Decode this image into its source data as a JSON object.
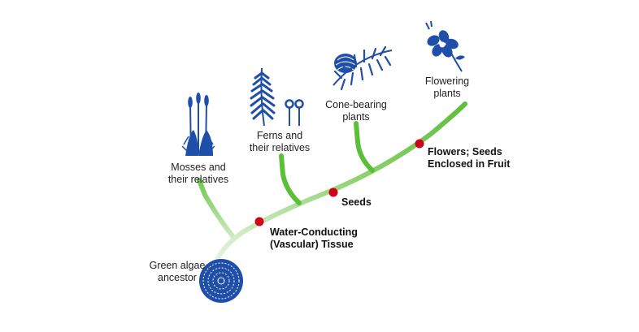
{
  "colors": {
    "branch": "#5cbf3a",
    "branch_faded": "#c9e8bd",
    "trait_dot": "#d0021b",
    "plant_icon": "#1f4fa8"
  },
  "groups": {
    "green_algae": {
      "line1": "Green algae",
      "line2": "ancestor",
      "icon": "algae-disc-icon"
    },
    "mosses": {
      "line1": "Mosses and",
      "line2": "their relatives",
      "icon": "moss-icon"
    },
    "ferns": {
      "line1": "Ferns and",
      "line2": "their relatives",
      "icon": "fern-icon"
    },
    "cone_bearing": {
      "line1": "Cone-bearing",
      "line2": "plants",
      "icon": "pine-cone-icon"
    },
    "flowering": {
      "line1": "Flowering",
      "line2": "plants",
      "icon": "flower-icon"
    }
  },
  "traits": {
    "vascular": {
      "line1": "Water-Conducting",
      "line2": "(Vascular) Tissue"
    },
    "seeds": {
      "line1": "Seeds"
    },
    "flowers": {
      "line1": "Flowers; Seeds",
      "line2": "Enclosed in Fruit"
    }
  }
}
